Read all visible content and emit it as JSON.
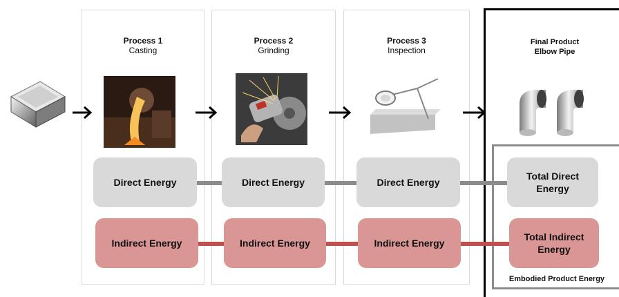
{
  "processes": [
    {
      "title": "Process 1",
      "subtitle": "Casting",
      "direct": "Direct Energy",
      "indirect": "Indirect Energy"
    },
    {
      "title": "Process 2",
      "subtitle": "Grinding",
      "direct": "Direct Energy",
      "indirect": "Indirect Energy"
    },
    {
      "title": "Process 3",
      "subtitle": "Inspection",
      "direct": "Direct Energy",
      "indirect": "Indirect Energy"
    }
  ],
  "final": {
    "title": "Final Product",
    "subtitle": "Elbow Pipe",
    "total_direct": "Total Direct Energy",
    "total_indirect": "Total Indirect Energy",
    "caption": "Embodied Product  Energy"
  },
  "colors": {
    "direct_box": "#d9d9d9",
    "indirect_box": "#d99694",
    "direct_line": "#8c8c8c",
    "indirect_line": "#c0504d"
  },
  "icons": [
    "metal-ingot-icon",
    "casting-photo-icon",
    "grinding-photo-icon",
    "inspection-lamp-icon",
    "elbow-pipe-icon"
  ]
}
